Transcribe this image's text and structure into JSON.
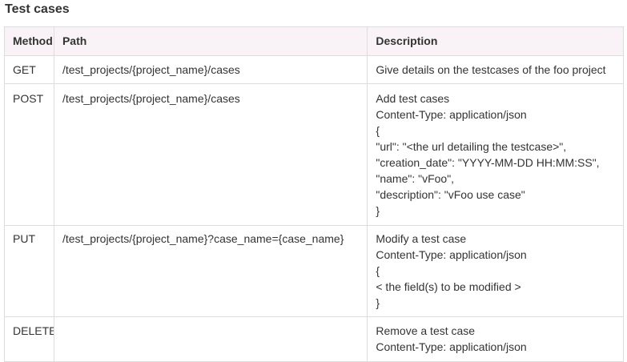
{
  "section": {
    "title": "Test cases"
  },
  "table": {
    "headers": [
      "Method",
      "Path",
      "Description"
    ],
    "rows": [
      {
        "method": "GET",
        "path": "/test_projects/{project_name}/cases",
        "description": [
          "Give details on the testcases of the foo project"
        ]
      },
      {
        "method": "POST",
        "path": "/test_projects/{project_name}/cases",
        "description": [
          "Add test cases",
          "Content-Type: application/json",
          "{",
          "\"url\": \"<the url detailing the testcase>\",",
          "\"creation_date\": \"YYYY-MM-DD HH:MM:SS\",",
          "\"name\": \"vFoo\",",
          "\"description\": \"vFoo use case\"",
          "}"
        ]
      },
      {
        "method": "PUT",
        "path": "/test_projects/{project_name}?case_name={case_name}",
        "description": [
          "Modify a test case",
          "Content-Type: application/json",
          "{",
          "< the field(s) to be modified >",
          "}"
        ]
      },
      {
        "method": "DELETE",
        "path": "",
        "description": [
          "Remove a test case",
          "Content-Type: application/json"
        ]
      }
    ]
  }
}
